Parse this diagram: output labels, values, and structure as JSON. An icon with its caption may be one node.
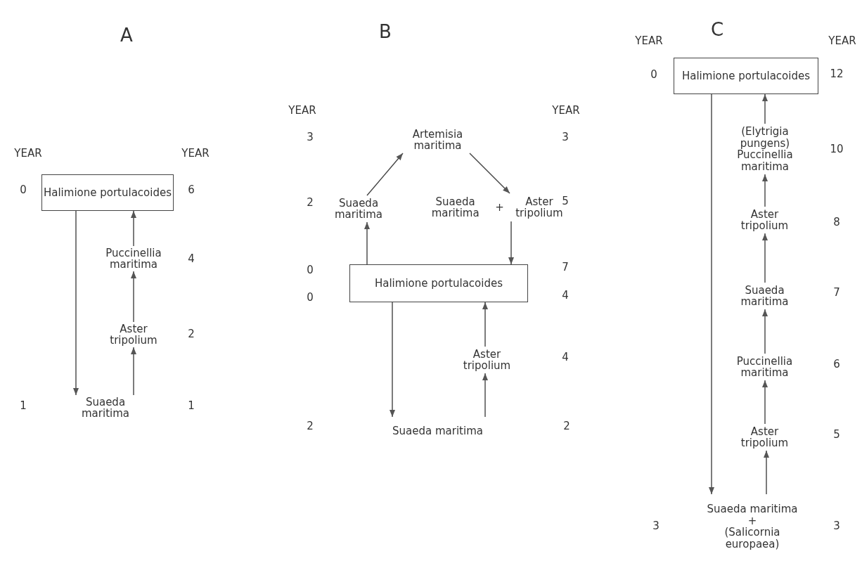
{
  "diagram": {
    "nodes": [
      {
        "text": [
          "Halimione portulacoides"
        ]
      },
      {
        "text": [
          "Puccinellia maritima"
        ]
      },
      {
        "text": [
          "Aster tripolium"
        ]
      },
      {
        "text": [
          "Suaeda maritima"
        ]
      },
      {
        "text": [
          "Artemisia maritima"
        ]
      },
      {
        "text": [
          "Suaeda maritima"
        ]
      },
      {
        "text": [
          "Suaeda maritima",
          "+",
          "Aster tripolium"
        ]
      },
      {
        "text": [
          "Halimione portulacoides"
        ]
      },
      {
        "text": [
          "Aster tripolium"
        ]
      },
      {
        "text": [
          "Suaeda maritima"
        ]
      },
      {
        "text": [
          "Halimione portulacoides"
        ]
      },
      {
        "text": [
          "(Elytrigia pungens)",
          "Puccinellia maritima"
        ]
      },
      {
        "text": [
          "Aster tripolium"
        ]
      },
      {
        "text": [
          "Suaeda maritima"
        ]
      },
      {
        "text": [
          "Puccinellia maritima"
        ]
      },
      {
        "text": [
          "Aster tripolium"
        ]
      },
      {
        "text": [
          "Suaeda maritima",
          "+",
          "(Salicornia europaea)"
        ]
      }
    ],
    "edges": [
      {
        "from": 0,
        "to": 3,
        "arrow": "to"
      },
      {
        "from": 3,
        "to": 2,
        "arrow": "to"
      },
      {
        "from": 2,
        "to": 1,
        "arrow": "to"
      },
      {
        "from": 1,
        "to": 0,
        "arrow": "to"
      },
      {
        "from": 7,
        "to": 5,
        "arrow": "to"
      },
      {
        "from": 5,
        "to": 4,
        "arrow": "to"
      },
      {
        "from": 4,
        "to": 6,
        "arrow": "to"
      },
      {
        "from": 6,
        "to": 7,
        "arrow": "to"
      },
      {
        "from": 7,
        "to": 9,
        "arrow": "to"
      },
      {
        "from": 9,
        "to": 8,
        "arrow": "to"
      },
      {
        "from": 8,
        "to": 7,
        "arrow": "to"
      },
      {
        "from": 10,
        "to": 16,
        "arrow": "to"
      },
      {
        "from": 16,
        "to": 15,
        "arrow": "to"
      },
      {
        "from": 15,
        "to": 14,
        "arrow": "to"
      },
      {
        "from": 14,
        "to": 13,
        "arrow": "to"
      },
      {
        "from": 13,
        "to": 12,
        "arrow": "to"
      },
      {
        "from": 12,
        "to": 11,
        "arrow": "to"
      },
      {
        "from": 11,
        "to": 10,
        "arrow": "to"
      }
    ],
    "labels": [
      "A",
      "B",
      "C",
      "YEAR",
      "YEAR",
      "0",
      "6",
      "4",
      "2",
      "1",
      "1",
      "YEAR",
      "YEAR",
      "3",
      "3",
      "2",
      "5",
      "0",
      "7",
      "0",
      "4",
      "4",
      "2",
      "2",
      "YEAR",
      "YEAR",
      "0",
      "12",
      "10",
      "8",
      "7",
      "6",
      "5",
      "3",
      "3"
    ]
  }
}
